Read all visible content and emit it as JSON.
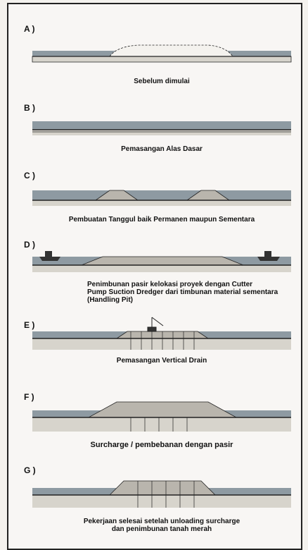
{
  "panels": [
    {
      "letter": "A )",
      "caption": "Sebelum dimulai"
    },
    {
      "letter": "B )",
      "caption": "Pemasangan Alas Dasar"
    },
    {
      "letter": "C )",
      "caption": "Pembuatan Tanggul baik Permanen maupun Sementara"
    },
    {
      "letter": "D )",
      "caption_lines": [
        "Penimbunan  pasir  kelokasi proyek dengan Cutter",
        "Pump Suction Dredger dari timbunan material sementara",
        "(Handling Pit)"
      ]
    },
    {
      "letter": "E )",
      "caption": "Pemasangan Vertical Drain"
    },
    {
      "letter": "F )",
      "caption": "Surcharge / pembebanan dengan pasir"
    },
    {
      "letter": "G )",
      "caption_lines": [
        "Pekerjaan selesai setelah unloading surcharge",
        "dan penimbunan tanah merah"
      ]
    }
  ],
  "colors": {
    "water": "#8e9aa2",
    "soil": "#d7d4cc",
    "sand": "#b9b5ad",
    "ink": "#222222"
  }
}
